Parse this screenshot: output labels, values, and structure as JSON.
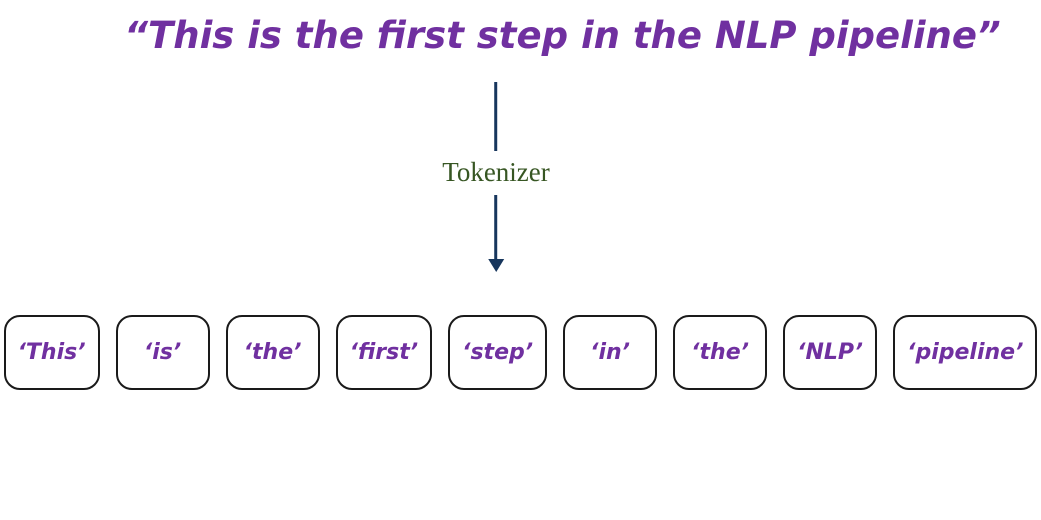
{
  "title": {
    "text": "“This is the first step in the NLP pipeline”"
  },
  "flow": {
    "tokenizer_label": "Tokenizer"
  },
  "tokens": [
    "‘This’",
    "‘is’",
    "‘the’",
    "‘first’",
    "‘step’",
    "‘in’",
    "‘the’",
    "‘NLP’",
    "‘pipeline’"
  ],
  "colors": {
    "title_purple": "#7030A0",
    "token_purple": "#7030A0",
    "tokenizer_green": "#375623",
    "arrow_navy": "#17365D",
    "box_border": "#1a1a1a",
    "background": "#ffffff"
  }
}
